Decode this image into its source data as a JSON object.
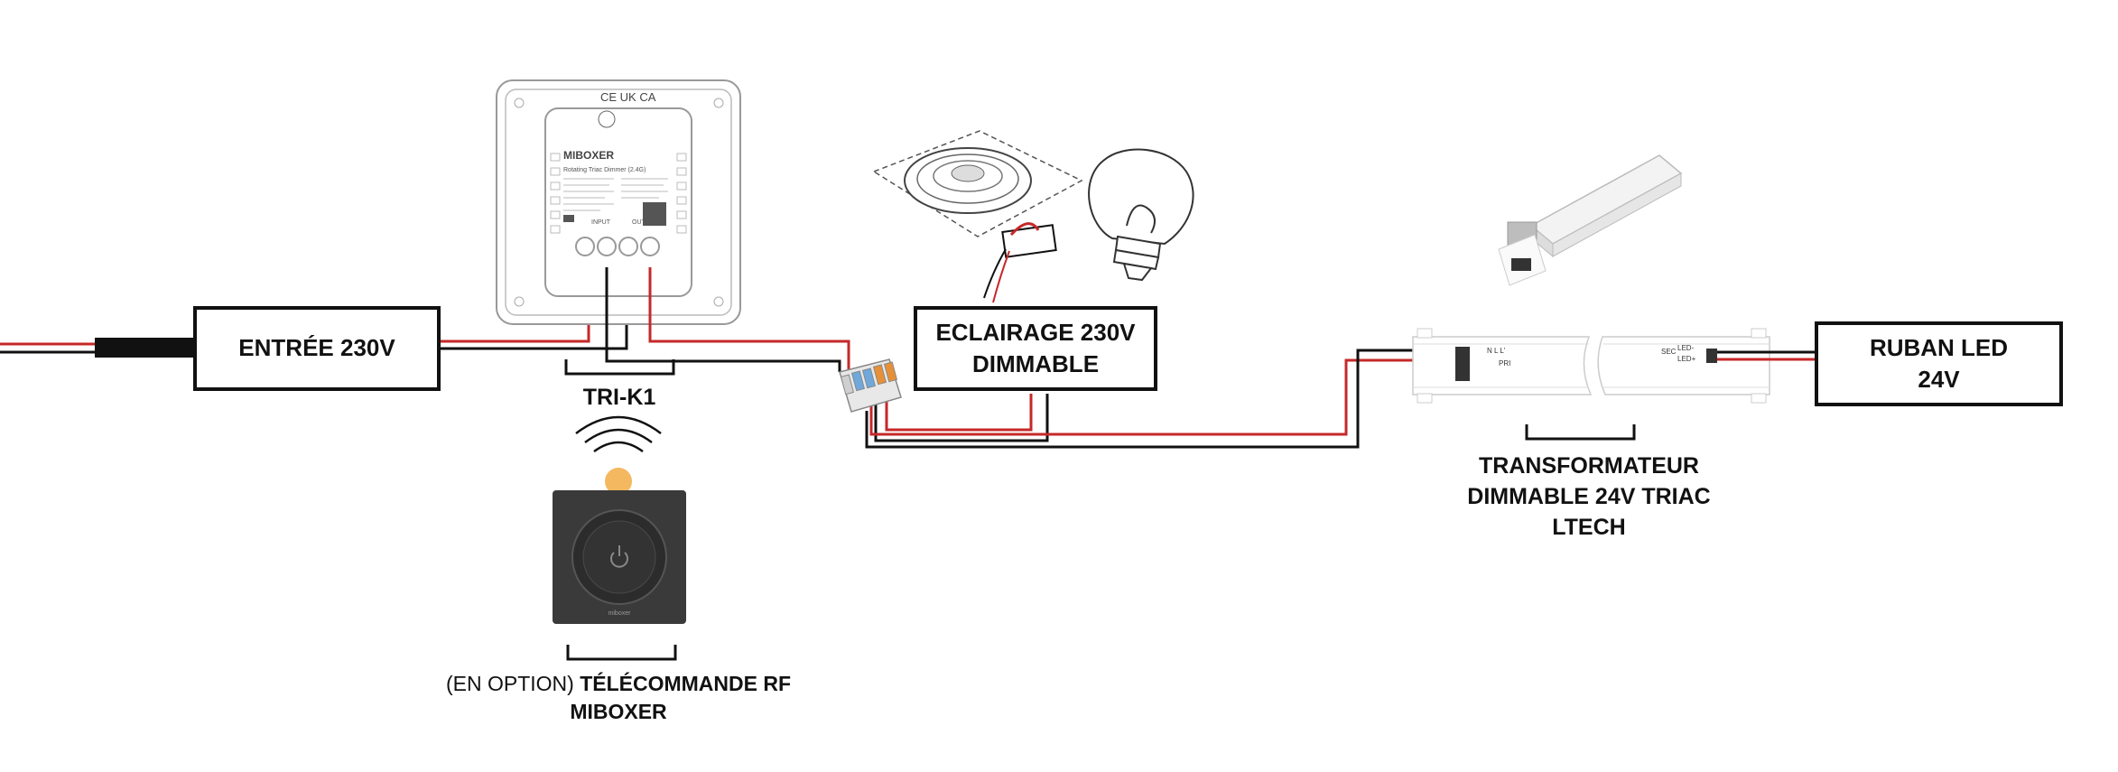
{
  "diagram": {
    "labels": {
      "input": "ENTRÉE 230V",
      "dimmer": "TRI-K1",
      "lighting_line1": "ECLAIRAGE 230V",
      "lighting_line2": "DIMMABLE",
      "transformer_line1": "TRANSFORMATEUR",
      "transformer_line2": "DIMMABLE 24V TRIAC",
      "transformer_line3": "LTECH",
      "strip_line1": "RUBAN LED",
      "strip_line2": "24V",
      "remote_prefix": "(EN OPTION) ",
      "remote_bold": "TÉLÉCOMMANDE RF",
      "remote_line2": "MIBOXER"
    },
    "device_text": {
      "brand": "MIBOXER",
      "product": "Rotating Triac Dimmer (2.4G)",
      "marks": "CE UK CA",
      "input_label": "INPUT",
      "output_label": "OUTPUT",
      "transformer_terminals_primary": "N L L'",
      "transformer_pri": "PRI",
      "transformer_sec": "SEC",
      "transformer_led_plus": "LED+",
      "transformer_led_minus": "LED-",
      "remote_brand": "miboxer"
    },
    "colors": {
      "wire_live": "#c62828",
      "wire_neutral": "#111111",
      "outline": "#111111",
      "remote_body": "#3a3a3a",
      "led_indicator": "#f4b860",
      "connector_blue": "#6fa8dc",
      "connector_orange": "#e69138"
    }
  }
}
